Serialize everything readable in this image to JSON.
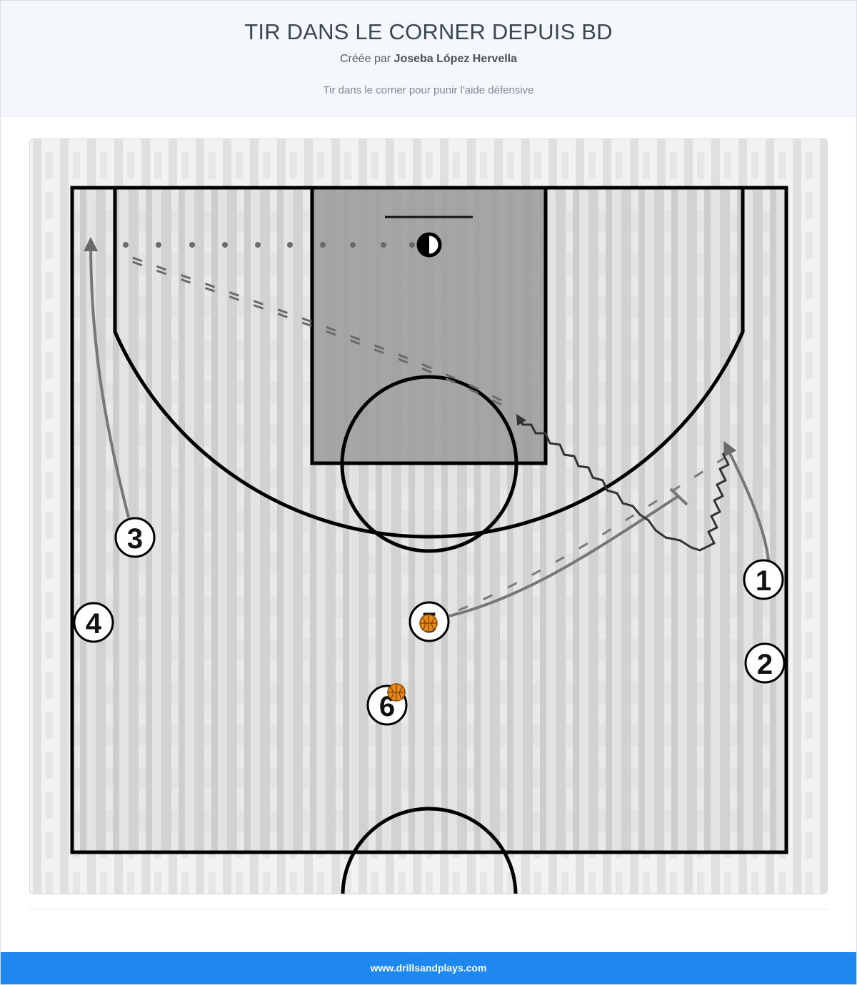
{
  "header": {
    "title": "TIR DANS LE CORNER DEPUIS BD",
    "created_prefix": "Créée par",
    "author": "Joseba López Hervella",
    "description": "Tir dans le corner pour punir l'aide défensive"
  },
  "diagram": {
    "players": [
      {
        "id": "p1",
        "label": "1"
      },
      {
        "id": "p2",
        "label": "2"
      },
      {
        "id": "p3",
        "label": "3"
      },
      {
        "id": "p4",
        "label": "4"
      },
      {
        "id": "p5",
        "label": "5",
        "has_ball": true
      },
      {
        "id": "p6",
        "label": "6",
        "has_ball": true
      }
    ],
    "colors": {
      "court_line": "#000000",
      "paint": "#9a9a9a",
      "floor": "#dcdcdc",
      "action_line": "#6f6f6f",
      "ball": "#e88a1a"
    }
  },
  "footer": {
    "site": "www.drillsandplays.com"
  }
}
